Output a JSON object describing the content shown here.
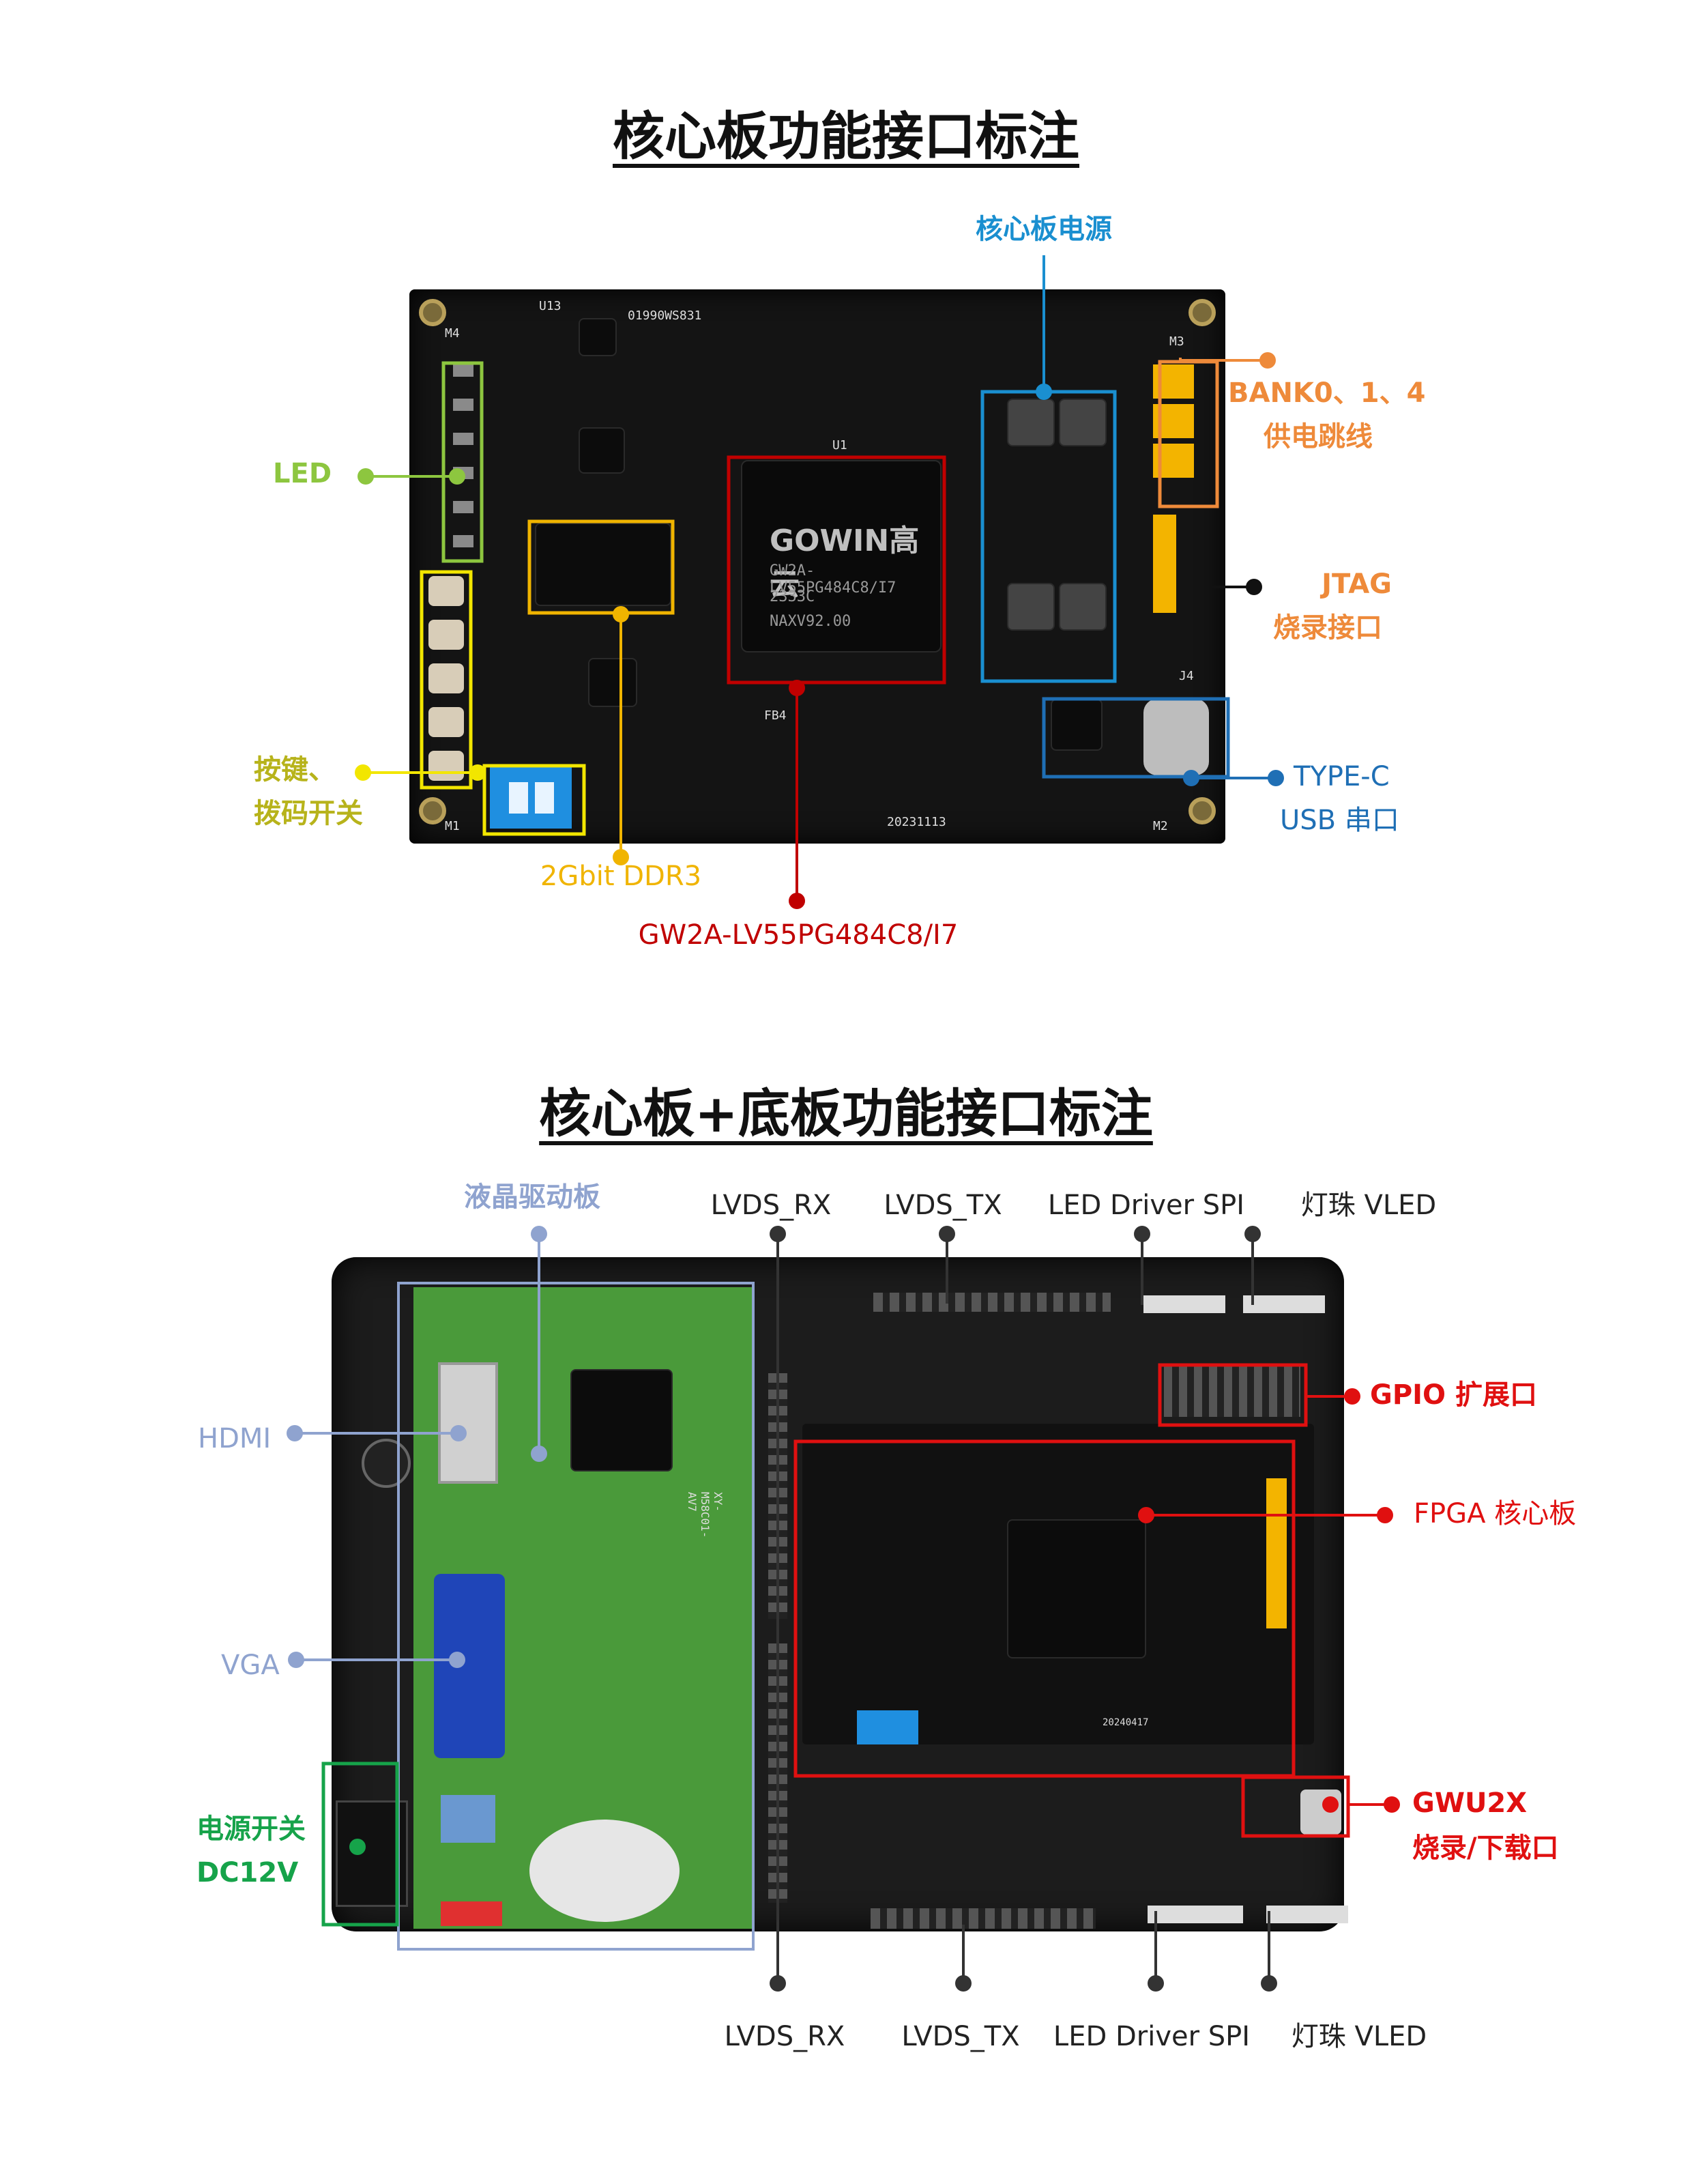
{
  "colors": {
    "green": "#8dc63f",
    "yellow": "#f2e600",
    "olive": "#b7b31b",
    "gold": "#f0b400",
    "red": "#c00000",
    "blue": "#1a8fd0",
    "dark_blue": "#1f6fb5",
    "orange": "#ee8a3a",
    "black": "#111111",
    "lavender": "#8fa3cf",
    "dark_green": "#16a34a",
    "bright_red": "#e01010"
  },
  "titles": {
    "top": "核心板功能接口标注",
    "bottom": "核心板+底板功能接口标注"
  },
  "core_board": {
    "labels": {
      "led": "LED",
      "keys_line1": "按键、",
      "keys_line2": "拨码开关",
      "ddr": "2Gbit DDR3",
      "fpga": "GW2A-LV55PG484C8/I7",
      "power": "核心板电源",
      "bank_line1": "BANK0、1、4",
      "bank_line2": "供电跳线",
      "jtag_line1": "JTAG",
      "jtag_line2": "烧录接口",
      "typec_line1": "TYPE-C",
      "typec_line2": "USB 串口"
    },
    "silkscreen": {
      "logo": "GOWIN高云",
      "part": "GW2A-LV55PG484C8/I7",
      "lot": "2333C",
      "code": "NAXV92.00",
      "date": "20231113",
      "serial": "01990WS831",
      "u1": "U1",
      "u13": "U13",
      "m1": "M1",
      "m2": "M2",
      "m3": "M3",
      "m4": "M4",
      "j4": "J4",
      "fb4": "FB4"
    }
  },
  "base_board": {
    "labels": {
      "lcd_driver": "液晶驱动板",
      "hdmi": "HDMI",
      "vga": "VGA",
      "power_line1": "电源开关",
      "power_line2": "DC12V",
      "lvds_rx_top": "LVDS_RX",
      "lvds_tx_top": "LVDS_TX",
      "led_spi_top": "LED Driver SPI",
      "vled_top": "灯珠 VLED",
      "gpio": "GPIO 扩展口",
      "fpga_core": "FPGA 核心板",
      "gwu2x_line1": "GWU2X",
      "gwu2x_line2": "烧录/下载口",
      "lvds_rx_bottom": "LVDS_RX",
      "lvds_tx_bottom": "LVDS_TX",
      "led_spi_bottom": "LED Driver SPI",
      "vled_bottom": "灯珠 VLED"
    },
    "silkscreen": {
      "lcd_part": "XY-M58C01-AV7",
      "core_date": "20240417"
    }
  }
}
